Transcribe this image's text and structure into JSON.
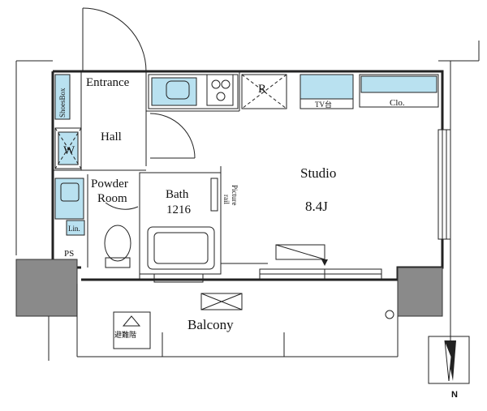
{
  "rooms": {
    "entrance": "Entrance",
    "hall": "Hall",
    "studio": "Studio",
    "studio_size": "8.4J",
    "powder_line1": "Powder",
    "powder_line2": "Room",
    "bath": "Bath",
    "bath_size": "1216",
    "balcony": "Balcony"
  },
  "fixtures": {
    "shoes_box": "ShoesBox",
    "washer": "W",
    "refrigerator": "R",
    "tv": "TV台",
    "closet": "Clo.",
    "linen": "Lin.",
    "pipe_space": "PS",
    "picture_rail_line1": "Picture",
    "picture_rail_line2": "rail",
    "emergency_ladder": "避難階"
  },
  "compass": {
    "north": "N"
  },
  "colors": {
    "fixture_fill": "#b9e1f0",
    "structure_gray": "#8a8a8a"
  }
}
